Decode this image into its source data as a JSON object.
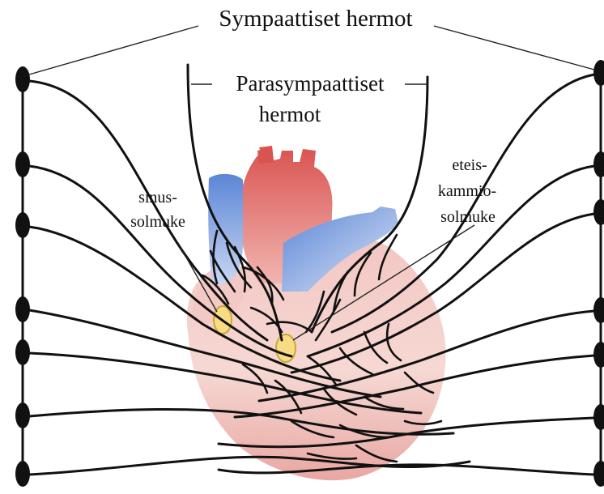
{
  "labels": {
    "sympathetic": "Sympaattiset hermot",
    "parasympathetic_line1": "Parasympaattiset",
    "parasympathetic_line2": "hermot",
    "sinus_node_line1": "sinus-",
    "sinus_node_line2": "solmuke",
    "av_node_line1": "eteis-",
    "av_node_line2": "kammio-",
    "av_node_line3": "solmuke"
  },
  "colors": {
    "nerve": "#111111",
    "heart_red": "#d9534f",
    "heart_pink": "#f6d3cf",
    "vessel_blue": "#5b86d6",
    "node_yellow": "#f7dc83"
  }
}
